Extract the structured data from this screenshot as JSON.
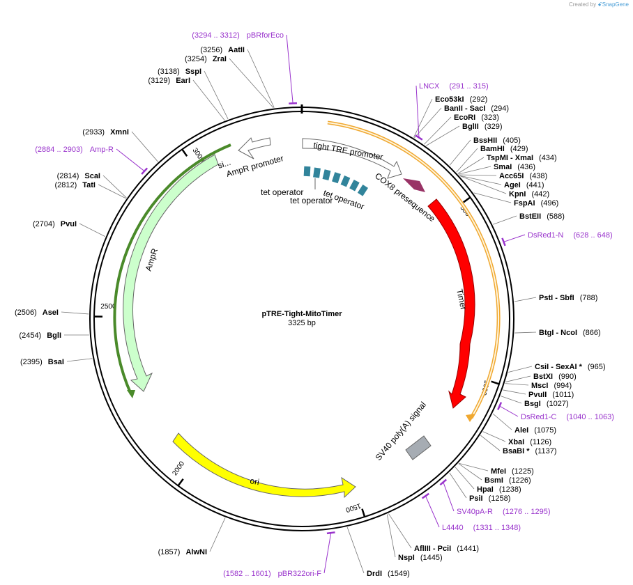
{
  "credit": {
    "prefix": "Created by",
    "brand": "SnapGene"
  },
  "plasmid": {
    "name": "pTRE-Tight-MitoTimer",
    "size_label": "3325 bp",
    "length": 3325
  },
  "ticks": [
    "500",
    "1000",
    "1500",
    "2000",
    "2500",
    "3000"
  ],
  "sites": [
    {
      "name": "Eco53kI",
      "pos": "(292)"
    },
    {
      "name": "BanII  - SacI",
      "pos": "(294)"
    },
    {
      "name": "EcoRI",
      "pos": "(323)"
    },
    {
      "name": "BglII",
      "pos": "(329)"
    },
    {
      "name": "BssHII",
      "pos": "(405)"
    },
    {
      "name": "BamHI",
      "pos": "(429)"
    },
    {
      "name": "TspMI  - XmaI",
      "pos": "(434)"
    },
    {
      "name": "SmaI",
      "pos": "(436)"
    },
    {
      "name": "Acc65I",
      "pos": "(438)"
    },
    {
      "name": "AgeI",
      "pos": "(441)"
    },
    {
      "name": "KpnI",
      "pos": "(442)"
    },
    {
      "name": "FspAI",
      "pos": "(496)"
    },
    {
      "name": "BstEII",
      "pos": "(588)"
    },
    {
      "name": "PstI  - SbfI",
      "pos": "(788)"
    },
    {
      "name": "BtgI  - NcoI",
      "pos": "(866)"
    },
    {
      "name": "CsiI  - SexAI *",
      "pos": "(965)"
    },
    {
      "name": "BstXI",
      "pos": "(990)"
    },
    {
      "name": "MscI",
      "pos": "(994)"
    },
    {
      "name": "PvuII",
      "pos": "(1011)"
    },
    {
      "name": "BsgI",
      "pos": "(1027)"
    },
    {
      "name": "AleI",
      "pos": "(1075)"
    },
    {
      "name": "XbaI",
      "pos": "(1126)"
    },
    {
      "name": "BsaBI *",
      "pos": "(1137)"
    },
    {
      "name": "MfeI",
      "pos": "(1225)"
    },
    {
      "name": "BsmI",
      "pos": "(1226)"
    },
    {
      "name": "HpaI",
      "pos": "(1238)"
    },
    {
      "name": "PsiI",
      "pos": "(1258)"
    },
    {
      "name": "AflIII  - PciI",
      "pos": "(1441)"
    },
    {
      "name": "NspI",
      "pos": "(1445)"
    },
    {
      "name": "DrdI",
      "pos": "(1549)"
    },
    {
      "name": "AlwNI",
      "pos": "(1857)"
    },
    {
      "name": "BsaI",
      "pos": "(2395)"
    },
    {
      "name": "BglI",
      "pos": "(2454)"
    },
    {
      "name": "AseI",
      "pos": "(2506)"
    },
    {
      "name": "PvuI",
      "pos": "(2704)"
    },
    {
      "name": "TatI",
      "pos": "(2812)"
    },
    {
      "name": "ScaI",
      "pos": "(2814)"
    },
    {
      "name": "XmnI",
      "pos": "(2933)"
    },
    {
      "name": "EarI",
      "pos": "(3129)"
    },
    {
      "name": "SspI",
      "pos": "(3138)"
    },
    {
      "name": "ZraI",
      "pos": "(3254)"
    },
    {
      "name": "AatII",
      "pos": "(3256)"
    }
  ],
  "primers": [
    {
      "name": "LNCX",
      "range": "(291 .. 315)"
    },
    {
      "name": "DsRed1-N",
      "range": "(628 .. 648)"
    },
    {
      "name": "DsRed1-C",
      "range": "(1040 .. 1063)"
    },
    {
      "name": "SV40pA-R",
      "range": "(1276 .. 1295)"
    },
    {
      "name": "L4440",
      "range": "(1331 .. 1348)"
    },
    {
      "name": "pBR322ori-F",
      "range": "(1582 .. 1601)"
    },
    {
      "name": "Amp-R",
      "range": "(2884 .. 2903)"
    },
    {
      "name": "pBRforEco",
      "range": "(3294 .. 3312)"
    }
  ],
  "features": {
    "tre": "tight TRE promoter",
    "cox8": "COX8 presequence",
    "timer": "Timer",
    "sv40": "SV40 poly(A) signal",
    "ori": "ori",
    "ampr": "AmpR",
    "ampr_promoter": "AmpR promoter",
    "si": "si...",
    "tet1": "tet operator",
    "tet2": "tet operator",
    "tet3": "tet operator"
  },
  "colors": {
    "timer": "#ff0000",
    "ori": "#ffff00",
    "ampr": "#ccffcc",
    "cox8": "#993366",
    "tet_operator": "#31849b",
    "sv40": "#a6acb3",
    "orf_outline": "#f0a830",
    "primer": "#9933cc",
    "backbone": "#000000"
  }
}
